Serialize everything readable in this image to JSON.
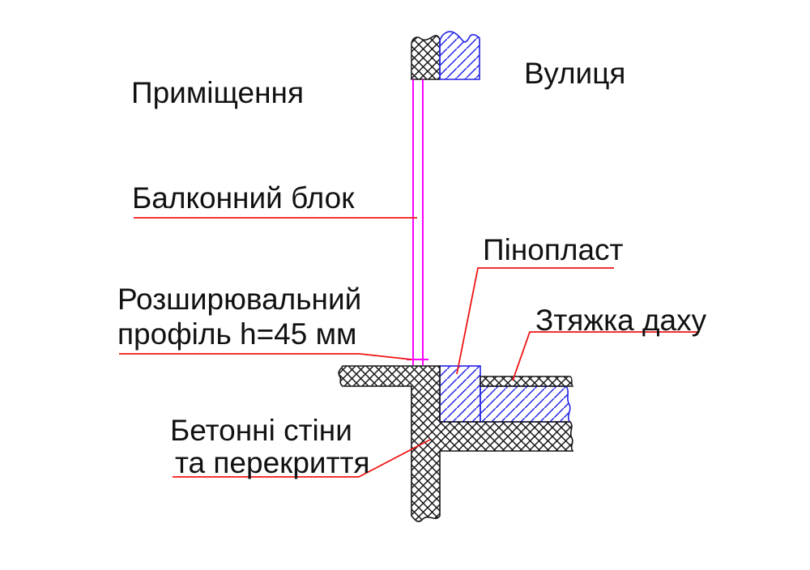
{
  "labels": {
    "room": "Приміщення",
    "street": "Вулиця",
    "balcony_block": "Балконний блок",
    "foam": "Пінопласт",
    "roof_screed": "Зтяжка даху",
    "expansion_profile": [
      "Розширювальний",
      "профіль h=45 мм"
    ],
    "concrete": [
      "Бетонні стіни",
      "та перекриття"
    ]
  },
  "colors": {
    "line_black": "#161616",
    "leader_red": "#f01414",
    "frame_magenta": "#ff00ff",
    "foam_blue": "#2222e6",
    "background": "#ffffff"
  }
}
